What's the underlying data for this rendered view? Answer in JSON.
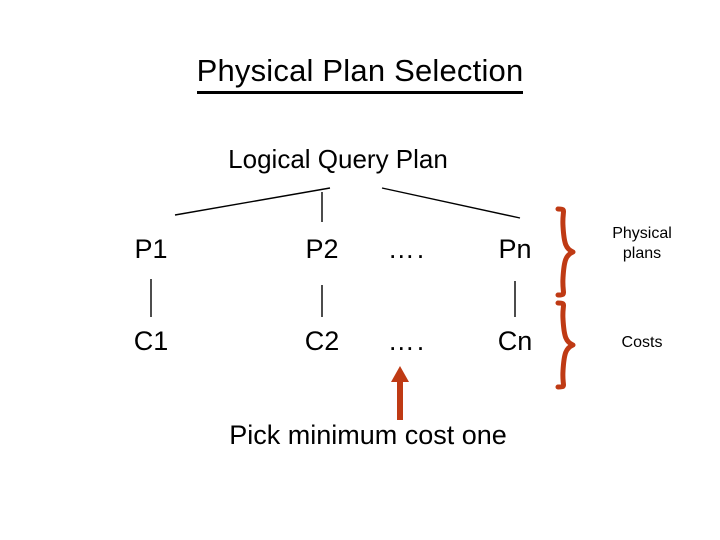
{
  "slide": {
    "title": "Physical Plan Selection",
    "background_color": "#ffffff",
    "text_color": "#000000",
    "accent_color": "#bf3a14"
  },
  "diagram": {
    "root_label": "Logical Query Plan",
    "plan_row": {
      "items": [
        {
          "label": "P1"
        },
        {
          "label": "P2"
        },
        {
          "label": "…."
        },
        {
          "label": "Pn"
        }
      ]
    },
    "cost_row": {
      "items": [
        {
          "label": "C1"
        },
        {
          "label": "C2"
        },
        {
          "label": "…."
        },
        {
          "label": "Cn"
        }
      ]
    },
    "braces": [
      {
        "name": "physical-plans",
        "label_line_1": "Physical",
        "label_line_2": "plans",
        "color": "#bf3a14"
      },
      {
        "name": "costs",
        "label_line_1": "Costs",
        "label_line_2": "",
        "color": "#bf3a14"
      }
    ],
    "arrow": {
      "direction": "up",
      "color": "#bf3a14"
    },
    "caption": "Pick minimum cost one"
  }
}
